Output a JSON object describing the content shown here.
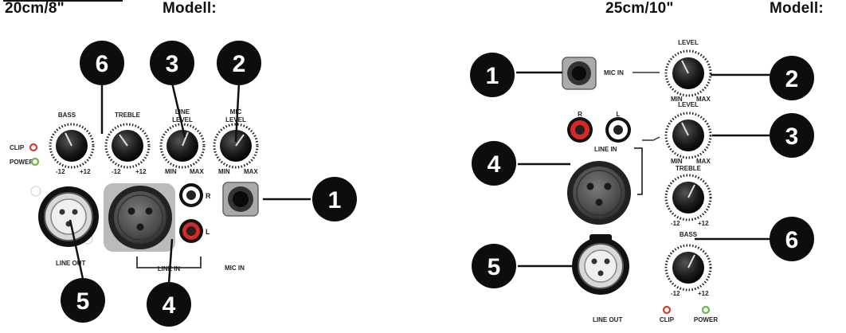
{
  "left_panel": {
    "size_heading": "20cm/8\"",
    "model_heading": "Modell:",
    "knobs": [
      {
        "label": "BASS",
        "scale_min": "-12",
        "scale_max": "+12"
      },
      {
        "label": "TREBLE",
        "scale_min": "-12",
        "scale_max": "+12"
      },
      {
        "label_line1": "LINE",
        "label_line2": "LEVEL",
        "scale_min": "MIN",
        "scale_max": "MAX"
      },
      {
        "label_line1": "MIC",
        "label_line2": "LEVEL",
        "scale_min": "MIN",
        "scale_max": "MAX"
      }
    ],
    "leds": [
      {
        "label": "CLIP",
        "color": "#d63a3a"
      },
      {
        "label": "POWER",
        "color": "#6bb54a"
      }
    ],
    "jacks": {
      "line_out": "LINE OUT",
      "line_in": "LINE IN",
      "rca_r": "R",
      "rca_l": "L",
      "mic_in": "MIC IN"
    },
    "callouts": [
      "6",
      "3",
      "2",
      "1",
      "5",
      "4"
    ]
  },
  "right_panel": {
    "size_heading": "25cm/10\"",
    "model_heading": "Modell:",
    "knobs": [
      {
        "label": "LEVEL",
        "scale_min": "MIN",
        "scale_max": "MAX"
      },
      {
        "label": "LEVEL",
        "scale_min": "MIN",
        "scale_max": "MAX"
      },
      {
        "label": "TREBLE",
        "scale_min": "-12",
        "scale_max": "+12"
      },
      {
        "label": "BASS",
        "scale_min": "-12",
        "scale_max": "+12"
      }
    ],
    "jacks": {
      "mic_in": "MIC IN",
      "rca_r": "R",
      "rca_l": "L",
      "line_in": "LINE IN",
      "line_out": "LINE OUT"
    },
    "leds": [
      {
        "label": "CLIP",
        "color": "#d63a3a"
      },
      {
        "label": "POWER",
        "color": "#6bb54a"
      }
    ],
    "callouts": [
      "1",
      "2",
      "4",
      "3",
      "6",
      "5"
    ]
  },
  "colors": {
    "callout_fill": "#0d0d0d",
    "knob_fill": "#1c1c1c",
    "rca_red": "#d62828",
    "connector_gray": "#9a9a9a"
  }
}
